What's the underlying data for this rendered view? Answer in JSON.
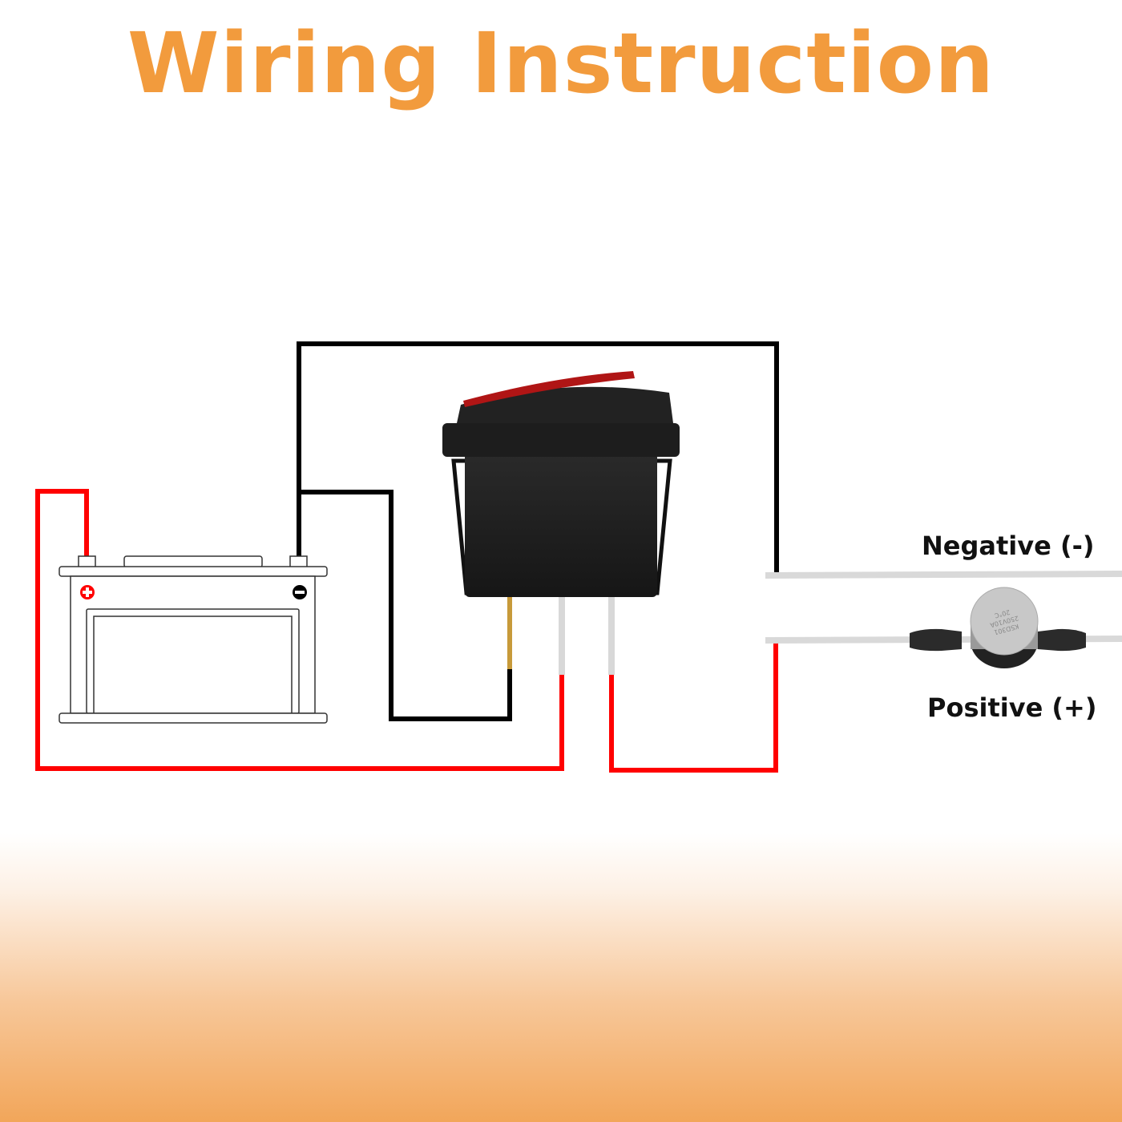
{
  "title": "Wiring Instruction",
  "labels": {
    "negative": "Negative (-)",
    "positive": "Positive (+)"
  },
  "thermostat_marking": [
    "KSD301",
    "250V10A",
    "20°C"
  ],
  "colors": {
    "title": "#f29b3d",
    "positive_wire": "#ff0000",
    "negative_wire": "#000000",
    "lead_wire": "#d9d9d9"
  },
  "icons": {
    "battery_plus": "plus-circle",
    "battery_minus": "minus-circle"
  }
}
